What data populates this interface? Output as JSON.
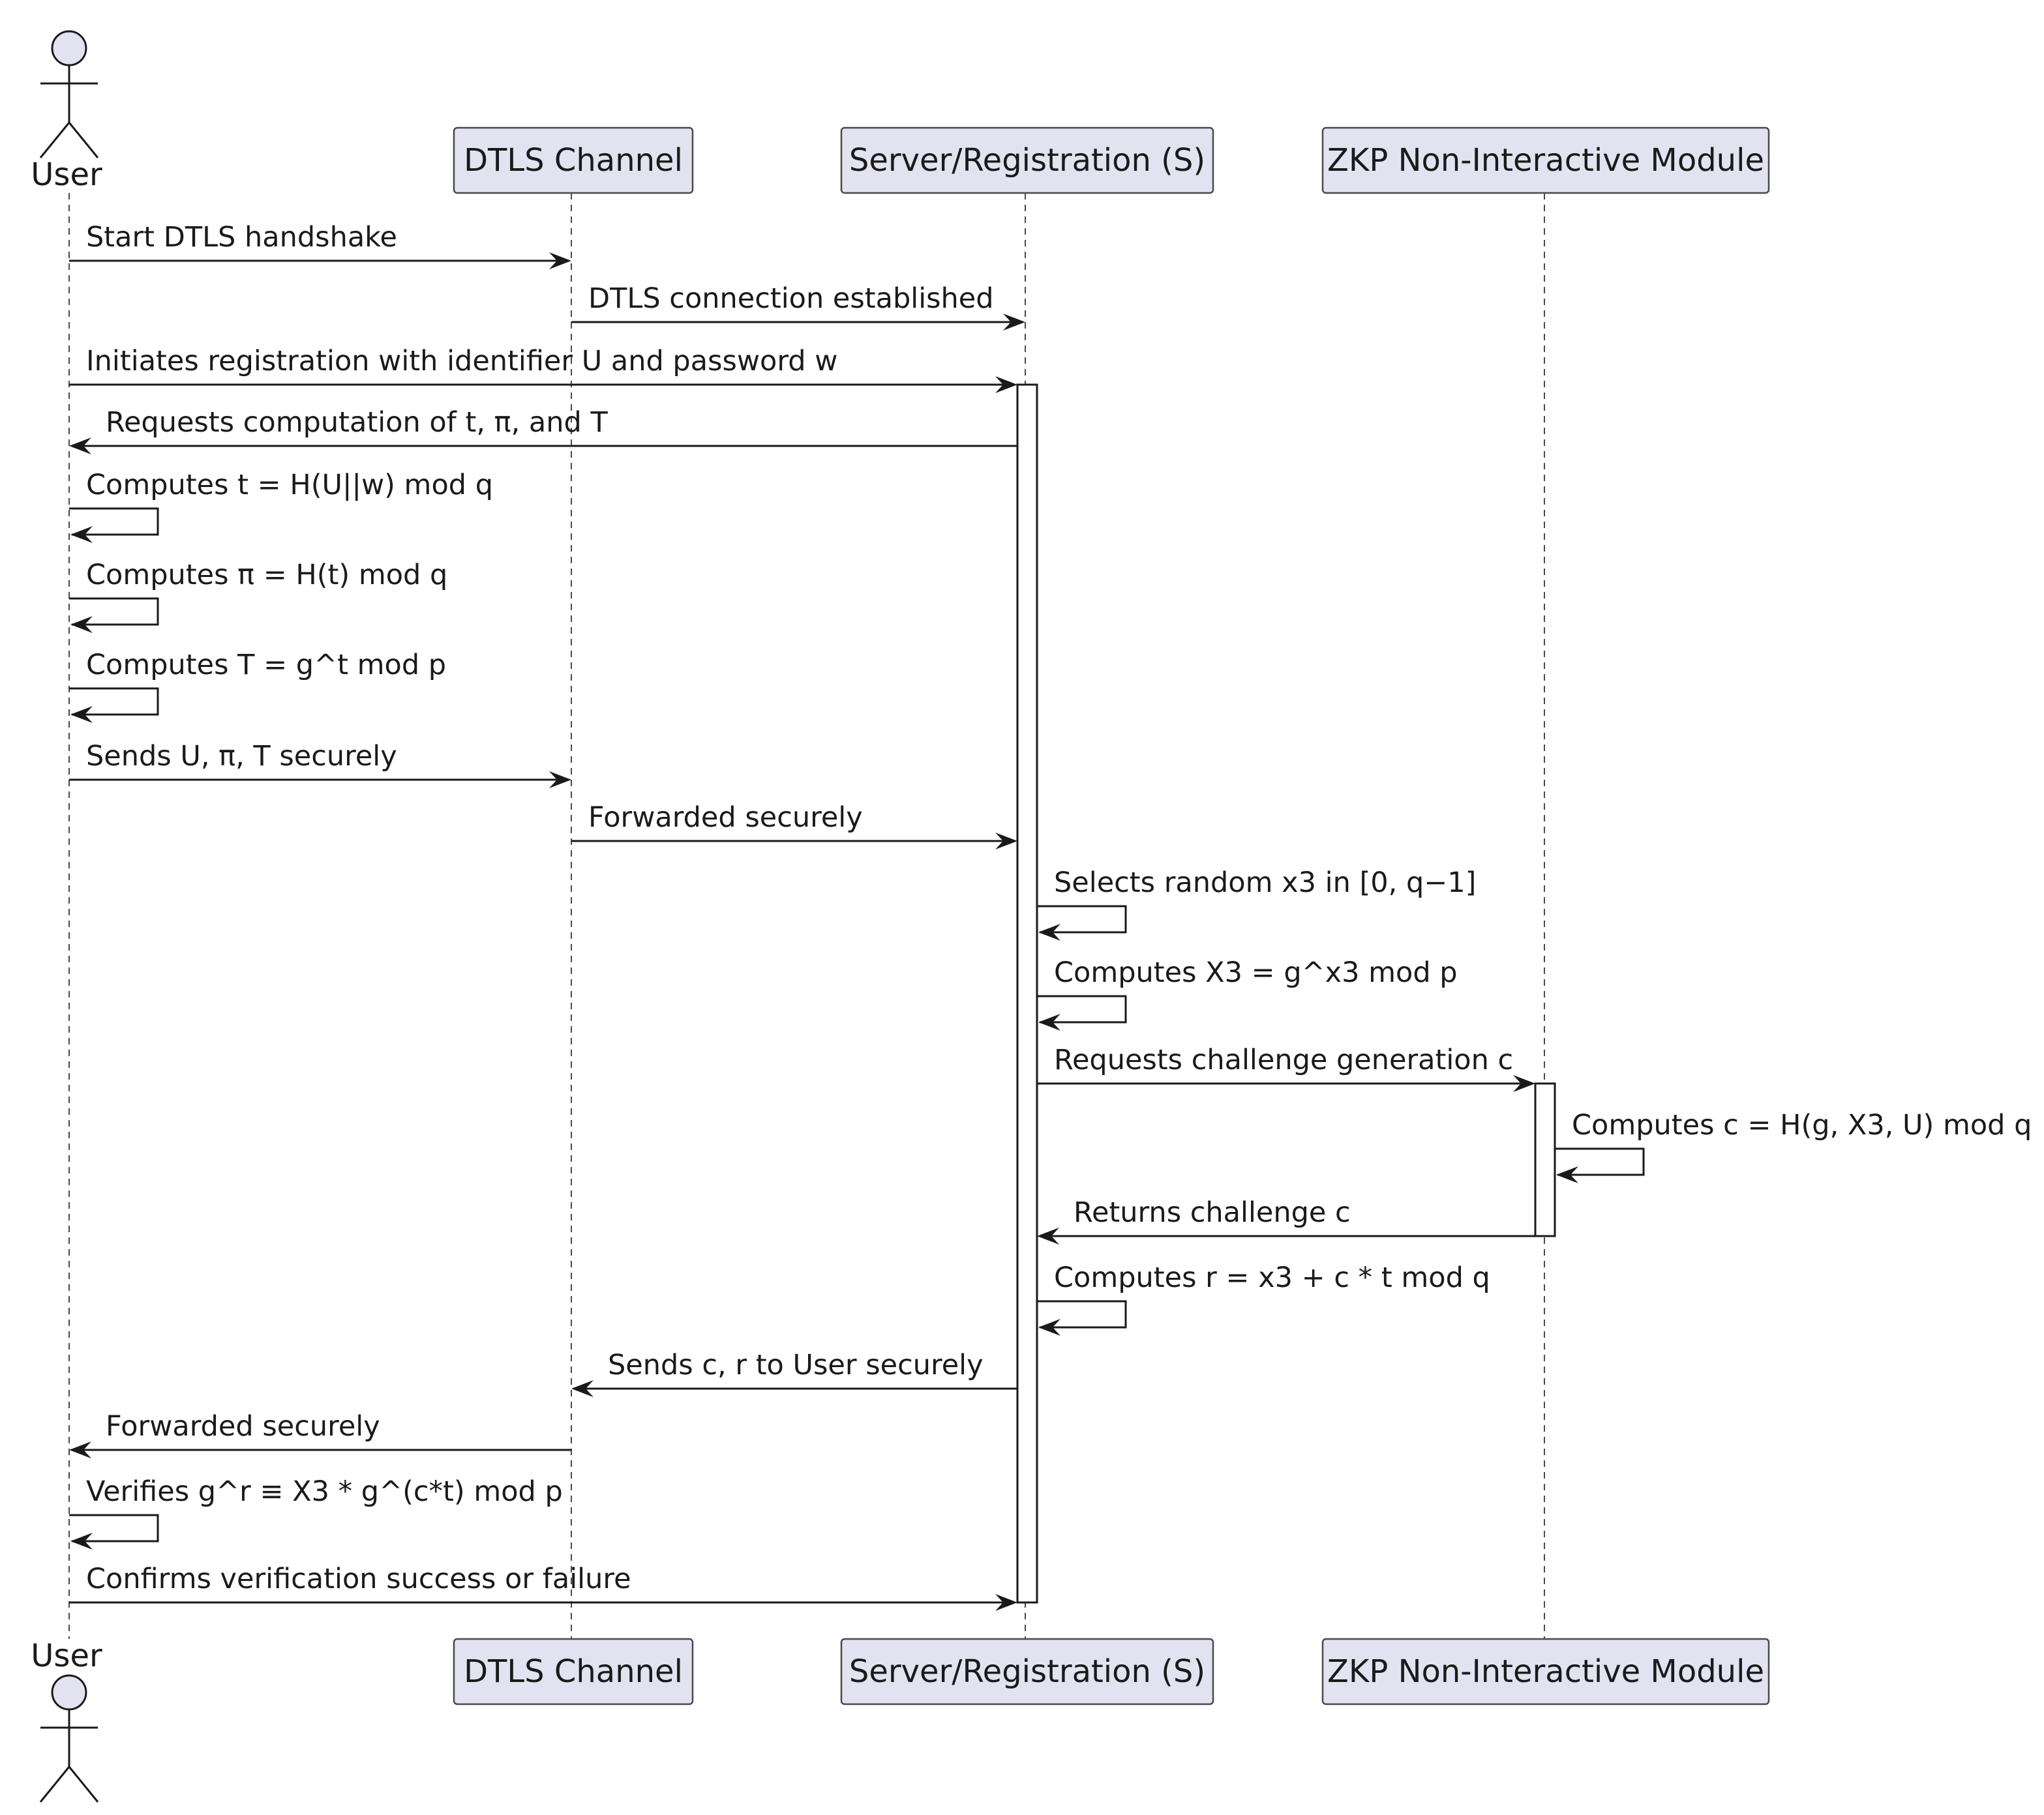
{
  "participants": [
    {
      "id": "user",
      "label": "User",
      "kind": "actor"
    },
    {
      "id": "dtls",
      "label": "DTLS Channel",
      "kind": "participant"
    },
    {
      "id": "server",
      "label": "Server/Registration (S)",
      "kind": "participant"
    },
    {
      "id": "zkp",
      "label": "ZKP Non-Interactive Module",
      "kind": "participant"
    }
  ],
  "messages": [
    {
      "from": "user",
      "to": "dtls",
      "text": "Start DTLS handshake"
    },
    {
      "from": "dtls",
      "to": "server",
      "text": "DTLS connection established"
    },
    {
      "from": "user",
      "to": "server",
      "text": "Initiates registration with identifier U and password w"
    },
    {
      "from": "server",
      "to": "user",
      "text": "Requests computation of t, π, and T"
    },
    {
      "from": "user",
      "to": "user",
      "text": "Computes t = H(U||w) mod q"
    },
    {
      "from": "user",
      "to": "user",
      "text": "Computes π = H(t) mod q"
    },
    {
      "from": "user",
      "to": "user",
      "text": "Computes T = g^t mod p"
    },
    {
      "from": "user",
      "to": "dtls",
      "text": "Sends U, π, T securely"
    },
    {
      "from": "dtls",
      "to": "server",
      "text": "Forwarded securely"
    },
    {
      "from": "server",
      "to": "server",
      "text": "Selects random x3 in [0, q−1]"
    },
    {
      "from": "server",
      "to": "server",
      "text": "Computes X3 = g^x3 mod p"
    },
    {
      "from": "server",
      "to": "zkp",
      "text": "Requests challenge generation c"
    },
    {
      "from": "zkp",
      "to": "zkp",
      "text": "Computes c = H(g, X3, U) mod q"
    },
    {
      "from": "zkp",
      "to": "server",
      "text": "Returns challenge c"
    },
    {
      "from": "server",
      "to": "server",
      "text": "Computes r = x3 + c * t mod q"
    },
    {
      "from": "server",
      "to": "dtls",
      "text": "Sends c, r to User securely"
    },
    {
      "from": "dtls",
      "to": "user",
      "text": "Forwarded securely"
    },
    {
      "from": "user",
      "to": "user",
      "text": "Verifies g^r ≡ X3 * g^(c*t) mod p"
    },
    {
      "from": "user",
      "to": "server",
      "text": "Confirms verification success or failure"
    }
  ]
}
